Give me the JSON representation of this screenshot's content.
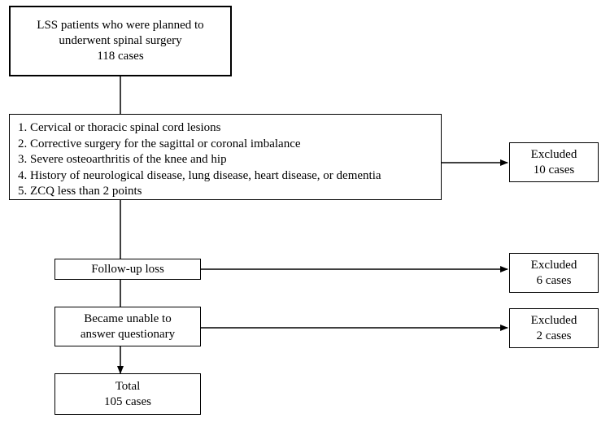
{
  "start": {
    "lines": [
      "LSS patients who were planned to",
      "underwent spinal surgery",
      "118 cases"
    ]
  },
  "criteria": {
    "items": [
      "1. Cervical or thoracic spinal cord lesions",
      "2. Corrective surgery for the sagittal or coronal imbalance",
      "3. Severe osteoarthritis of the knee and hip",
      "4. History of neurological disease, lung disease, heart disease, or dementia",
      "5. ZCQ less than 2 points"
    ]
  },
  "followup": {
    "label": "Follow-up loss"
  },
  "unable": {
    "lines": [
      "Became unable to",
      "answer questionary"
    ]
  },
  "total": {
    "lines": [
      "Total",
      "105 cases"
    ]
  },
  "excluded": [
    {
      "lines": [
        "Excluded",
        "10 cases"
      ]
    },
    {
      "lines": [
        "Excluded",
        "6 cases"
      ]
    },
    {
      "lines": [
        "Excluded",
        "2 cases"
      ]
    }
  ]
}
